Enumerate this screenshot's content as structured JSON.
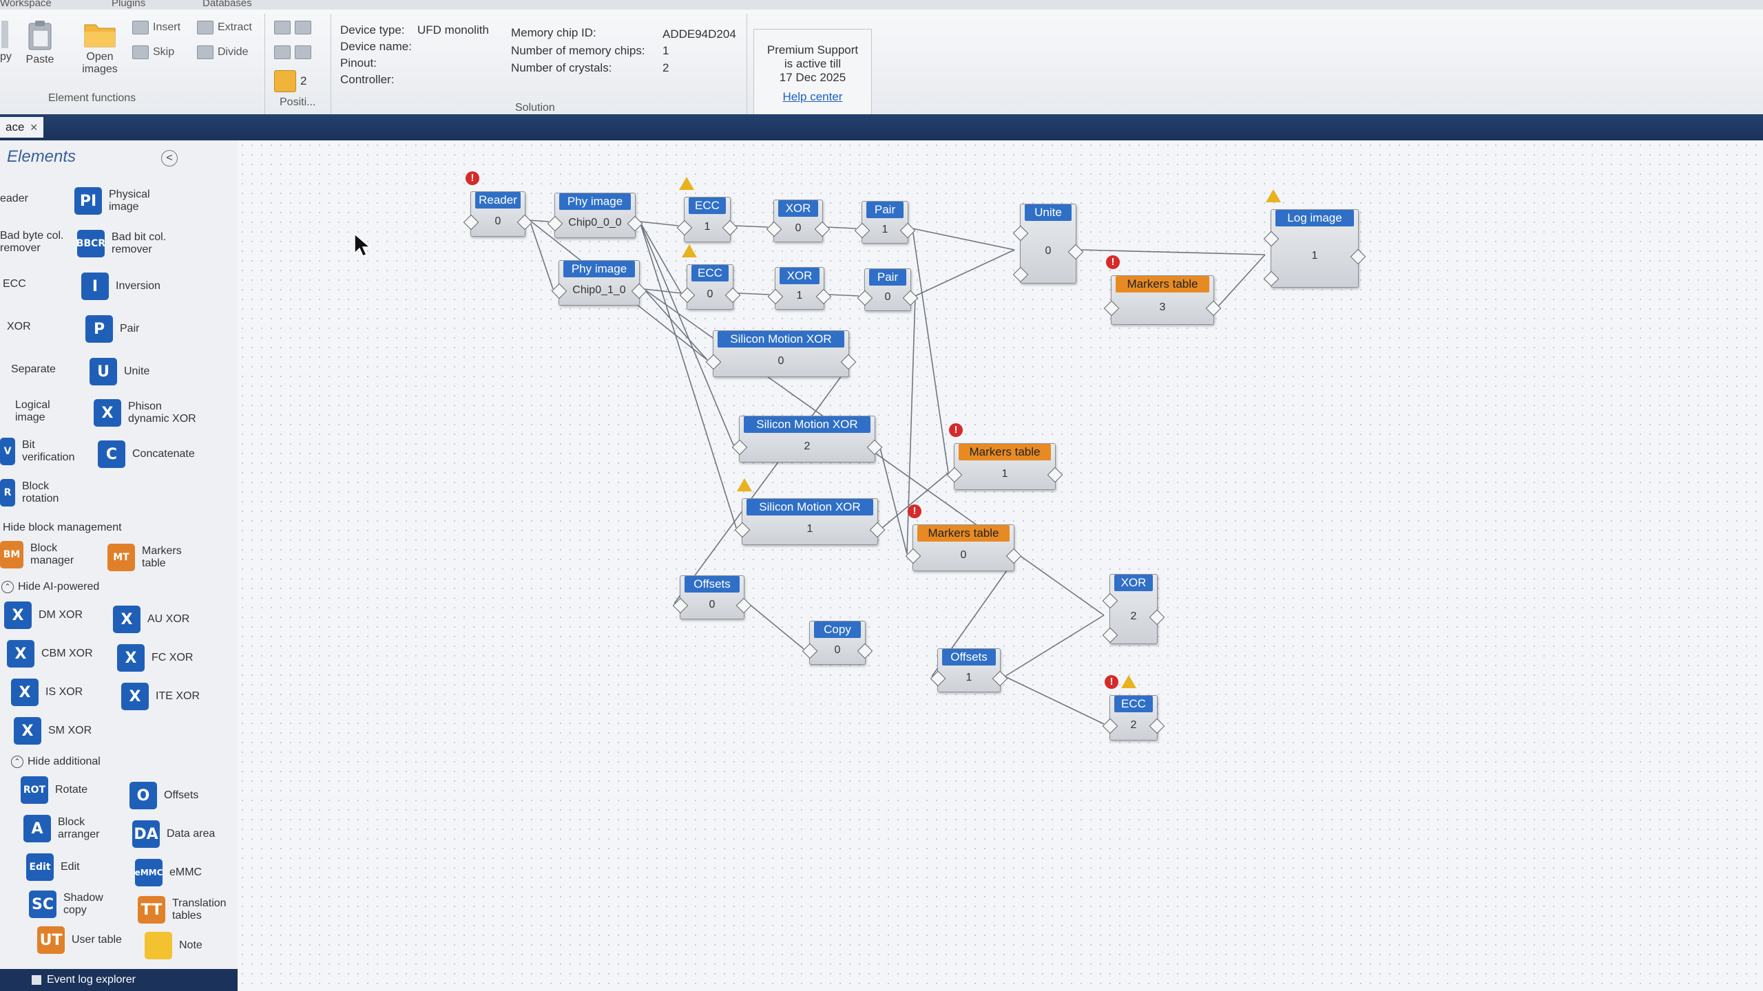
{
  "ribbon": {
    "tabs": [
      "Workspace",
      "Plugins",
      "Databases"
    ],
    "buttons": {
      "copy": "py",
      "paste": "Paste",
      "open_images": "Open images",
      "insert": "Insert",
      "extract": "Extract",
      "skip": "Skip",
      "divide": "Divide",
      "position_value": "2"
    },
    "groups": {
      "element_functions": "Element functions",
      "position": "Positi...",
      "solution": "Solution"
    },
    "device": {
      "type_label": "Device type:",
      "type_value": "UFD monolith",
      "name_label": "Device name:",
      "pinout_label": "Pinout:",
      "controller_label": "Controller:",
      "chip_id_label": "Memory chip ID:",
      "chip_id_value": "ADDE94D204",
      "chips_label": "Number of memory chips:",
      "chips_value": "1",
      "crystals_label": "Number of crystals:",
      "crystals_value": "2"
    },
    "premium": {
      "line1": "Premium Support",
      "line2": "is active till",
      "line3": "17 Dec 2025",
      "help": "Help center"
    }
  },
  "doc_tab": {
    "label": "ace",
    "close": "✕"
  },
  "panel": {
    "title": "Elements",
    "collapse": "<",
    "items": [
      {
        "icon": "",
        "label": "eader"
      },
      {
        "icon": "PI",
        "label": "Physical image"
      },
      {
        "icon": "",
        "label": "Bad byte col. remover"
      },
      {
        "icon": "BBCR",
        "label": "Bad bit col. remover"
      },
      {
        "icon": "",
        "label": "ECC"
      },
      {
        "icon": "I",
        "label": "Inversion"
      },
      {
        "icon": "",
        "label": "XOR"
      },
      {
        "icon": "P",
        "label": "Pair"
      },
      {
        "icon": "",
        "label": "Separate"
      },
      {
        "icon": "U",
        "label": "Unite"
      },
      {
        "icon": "",
        "label": "Logical image"
      },
      {
        "icon": "X",
        "label": "Phison dynamic XOR"
      },
      {
        "icon": "V",
        "label": "Bit verification"
      },
      {
        "icon": "C",
        "label": "Concatenate"
      },
      {
        "icon": "R",
        "label": "Block rotation"
      },
      {
        "icon": "BM",
        "label": "Block manager"
      },
      {
        "icon": "MT",
        "label": "Markers table"
      },
      {
        "icon": "X",
        "label": "DM XOR"
      },
      {
        "icon": "X",
        "label": "AU XOR"
      },
      {
        "icon": "X",
        "label": "CBM XOR"
      },
      {
        "icon": "X",
        "label": "FC XOR"
      },
      {
        "icon": "X",
        "label": "IS XOR"
      },
      {
        "icon": "X",
        "label": "ITE XOR"
      },
      {
        "icon": "X",
        "label": "SM XOR"
      },
      {
        "icon": "ROT",
        "label": "Rotate"
      },
      {
        "icon": "O",
        "label": "Offsets"
      },
      {
        "icon": "A",
        "label": "Block arranger"
      },
      {
        "icon": "DA",
        "label": "Data area"
      },
      {
        "icon": "Edit",
        "label": "Edit"
      },
      {
        "icon": "eMMC",
        "label": "eMMC"
      },
      {
        "icon": "SC",
        "label": "Shadow copy"
      },
      {
        "icon": "TT",
        "label": "Translation tables"
      },
      {
        "icon": "UT",
        "label": "User table"
      },
      {
        "icon": "",
        "label": "Note"
      }
    ],
    "sections": {
      "block_mgmt": "Hide block management",
      "ai": "Hide AI-powered",
      "additional": "Hide additional"
    },
    "event_log": "Event log explorer"
  },
  "nodes": [
    {
      "title": "Reader",
      "value": "0",
      "color": "blue"
    },
    {
      "title": "Phy image",
      "value": "Chip0_0_0",
      "color": "blue"
    },
    {
      "title": "Phy image",
      "value": "Chip0_1_0",
      "color": "blue"
    },
    {
      "title": "ECC",
      "value": "1",
      "color": "blue"
    },
    {
      "title": "ECC",
      "value": "0",
      "color": "blue"
    },
    {
      "title": "XOR",
      "value": "0",
      "color": "blue"
    },
    {
      "title": "XOR",
      "value": "1",
      "color": "blue"
    },
    {
      "title": "Pair",
      "value": "1",
      "color": "blue"
    },
    {
      "title": "Pair",
      "value": "0",
      "color": "blue"
    },
    {
      "title": "Unite",
      "value": "0",
      "color": "blue"
    },
    {
      "title": "Markers table",
      "value": "3",
      "color": "orange"
    },
    {
      "title": "Log image",
      "value": "1",
      "color": "blue"
    },
    {
      "title": "Silicon Motion XOR",
      "value": "0",
      "color": "blue"
    },
    {
      "title": "Silicon Motion XOR",
      "value": "2",
      "color": "blue"
    },
    {
      "title": "Silicon Motion XOR",
      "value": "1",
      "color": "blue"
    },
    {
      "title": "Markers table",
      "value": "1",
      "color": "orange"
    },
    {
      "title": "Markers table",
      "value": "0",
      "color": "orange"
    },
    {
      "title": "Offsets",
      "value": "0",
      "color": "blue"
    },
    {
      "title": "Copy",
      "value": "0",
      "color": "blue"
    },
    {
      "title": "Offsets",
      "value": "1",
      "color": "blue"
    },
    {
      "title": "XOR",
      "value": "2",
      "color": "blue"
    },
    {
      "title": "ECC",
      "value": "2",
      "color": "blue"
    }
  ],
  "colors": {
    "accent": "#2f6fc7",
    "orange": "#e88a24",
    "tabbar": "#1b325a"
  }
}
